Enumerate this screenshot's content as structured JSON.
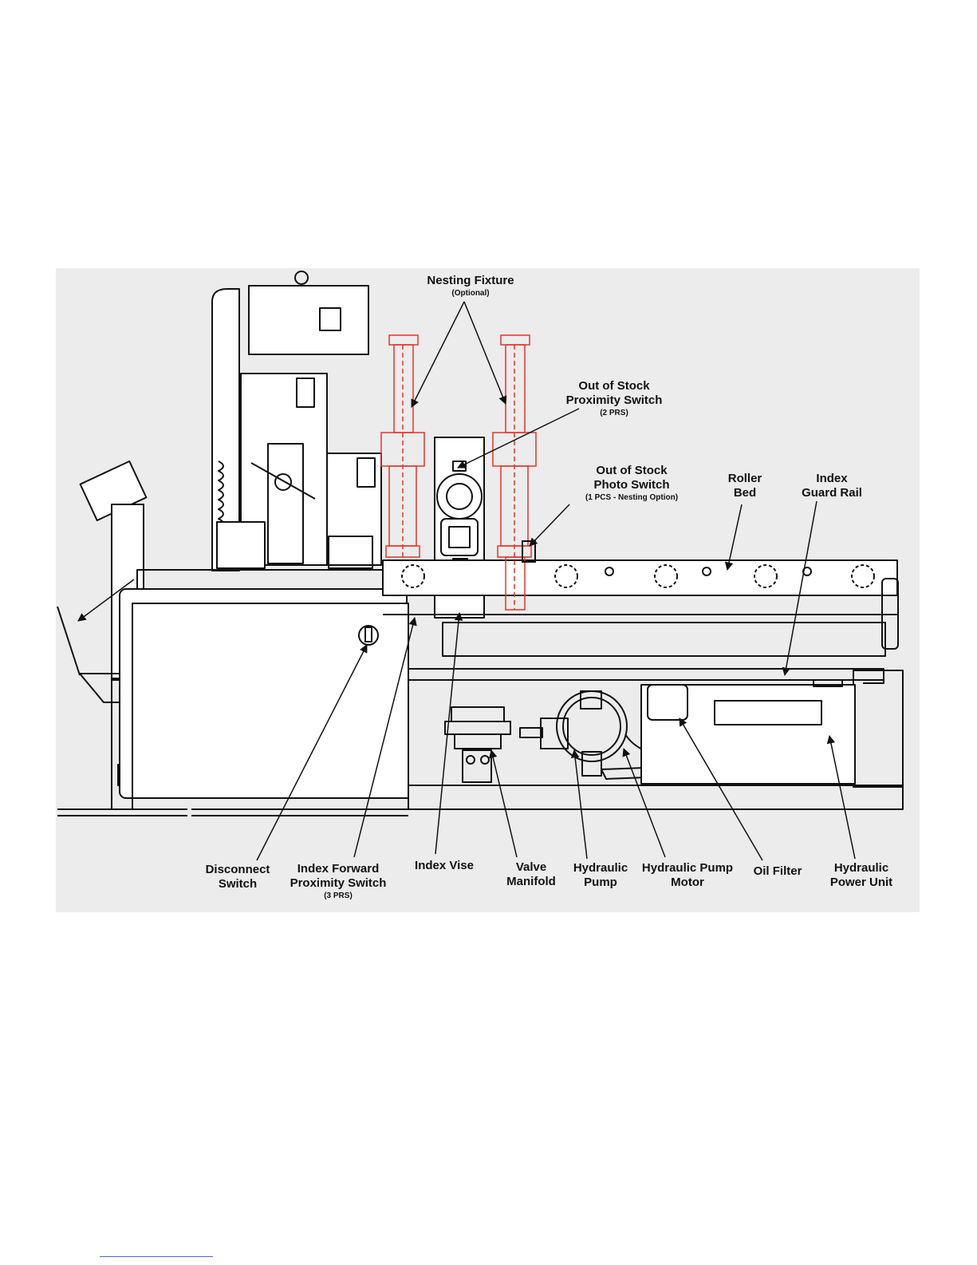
{
  "labels": {
    "nesting_fixture": {
      "line1": "Nesting Fixture",
      "sub": "(Optional)"
    },
    "out_of_stock_prox": {
      "line1": "Out of Stock",
      "line2": "Proximity Switch",
      "sub": "(2 PRS)"
    },
    "out_of_stock_photo": {
      "line1": "Out of Stock",
      "line2": "Photo Switch",
      "sub": "(1 PCS - Nesting Option)"
    },
    "roller_bed": {
      "line1": "Roller",
      "line2": "Bed"
    },
    "index_guard_rail": {
      "line1": "Index",
      "line2": "Guard Rail"
    },
    "disconnect_switch": {
      "line1": "Disconnect",
      "line2": "Switch"
    },
    "index_forward_prox": {
      "line1": "Index Forward",
      "line2": "Proximity Switch",
      "sub": "(3 PRS)"
    },
    "index_vise": {
      "line1": "Index Vise"
    },
    "valve_manifold": {
      "line1": "Valve",
      "line2": "Manifold"
    },
    "hydraulic_pump": {
      "line1": "Hydraulic",
      "line2": "Pump"
    },
    "hydraulic_pump_motor": {
      "line1": "Hydraulic Pump",
      "line2": "Motor"
    },
    "oil_filter": {
      "line1": "Oil Filter"
    },
    "hydraulic_power_unit": {
      "line1": "Hydraulic",
      "line2": "Power Unit"
    }
  },
  "colors": {
    "line": "#111111",
    "nesting_fixture": "#e8332a",
    "background": "#ececec",
    "link": "#4a67d6"
  }
}
